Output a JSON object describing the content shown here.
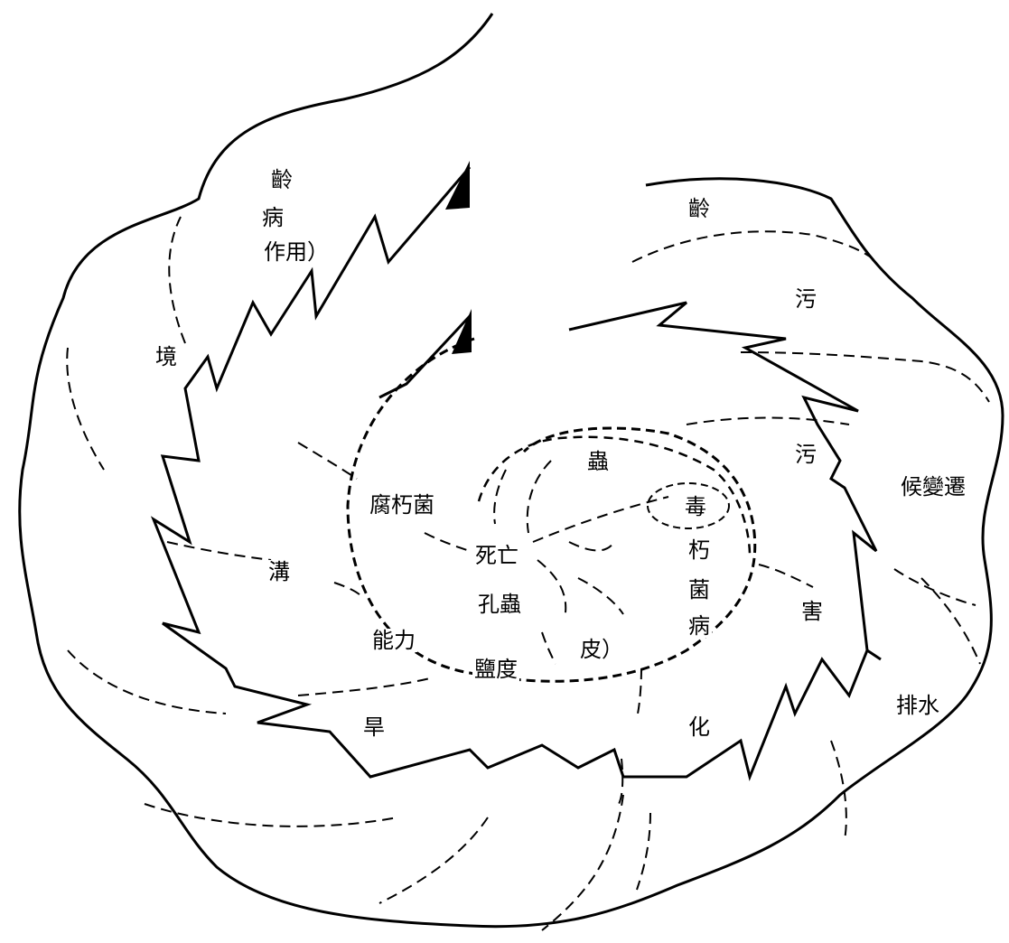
{
  "labels": {
    "age_top_left": "齡",
    "disease_top_left": "病",
    "action_top_left": "作用）",
    "environment": "境",
    "ditch": "溝",
    "drought": "旱",
    "capacity": "能力",
    "salinity": "鹽度",
    "age_top_right": "齡",
    "pollution_1": "污",
    "pollution_2": "污",
    "climate_change": "候變遷",
    "damage": "害",
    "drainage": "排水",
    "change": "化",
    "decay_fungus": "腐朽菌",
    "death": "死亡",
    "insect_1": "蟲",
    "insect_2": "孔蟲",
    "virus": "毒",
    "decay_fungus_disease_1": "朽",
    "decay_fungus_disease_2": "菌",
    "decay_fungus_disease_3": "病",
    "bark": "皮）"
  },
  "colors": {
    "ink": "#000000",
    "paper": "#ffffff"
  }
}
